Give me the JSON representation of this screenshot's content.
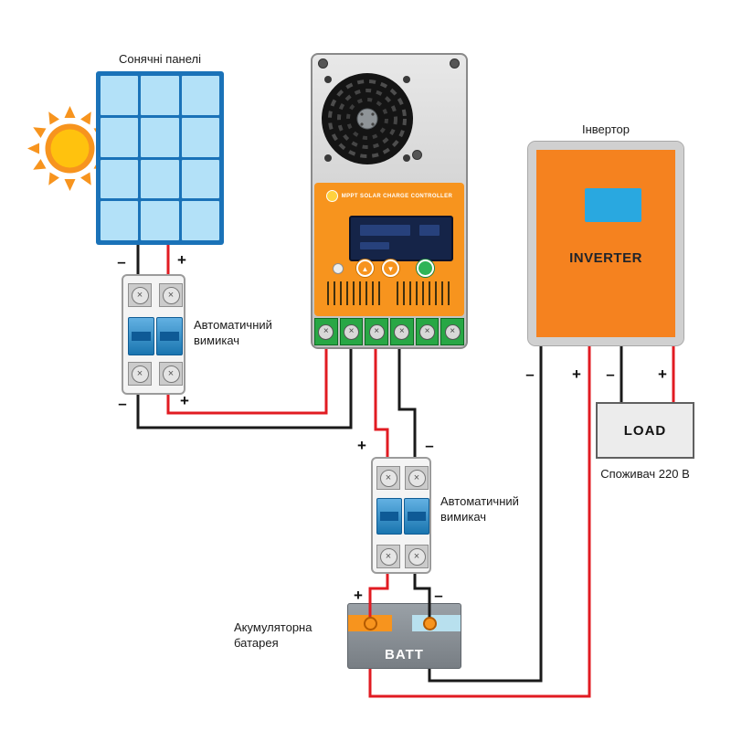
{
  "solar": {
    "caption": "Сонячні панелі",
    "rows": 4,
    "cols": 3
  },
  "breaker_pv": {
    "caption": "Автоматичний вимикач"
  },
  "breaker_battery": {
    "caption": "Автоматичний вимикач"
  },
  "controller": {
    "brand_text": "MPPT SOLAR CHARGE CONTROLLER",
    "terminals": 6,
    "button_up": "▲",
    "button_down": "▼"
  },
  "inverter": {
    "caption": "Інвертор",
    "device_label": "INVERTER"
  },
  "load": {
    "device_label": "LOAD",
    "caption": "Споживач 220 В"
  },
  "battery": {
    "caption": "Акумуляторна батарея",
    "device_label": "BATT"
  },
  "polarity": {
    "plus": "+",
    "minus": "–"
  },
  "icons": {
    "screw": "×"
  },
  "colors": {
    "wire_positive": "#e11b22",
    "wire_negative": "#1a1a1a",
    "panel_frame": "#1a72b8",
    "panel_cell": "#b3e1f8",
    "controller_panel": "#f7941e",
    "inverter_body": "#f5821f",
    "inverter_screen": "#29a8e0",
    "sun": "#f7941e",
    "sun_core": "#ffc20e",
    "battery_body": "#787e84",
    "breaker_toggle": "#1f8fd6",
    "terminal_green": "#28a745"
  }
}
